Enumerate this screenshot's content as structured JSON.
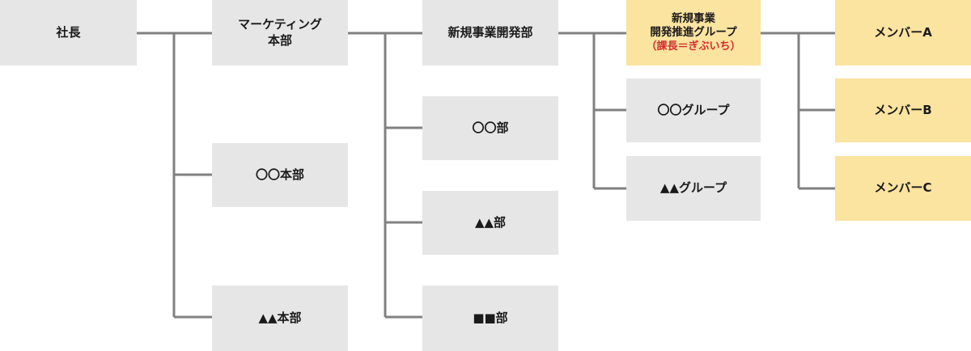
{
  "org": {
    "president": "社長",
    "marketing": [
      "マーケティング",
      "本部"
    ],
    "hq_oo": "〇〇本部",
    "hq_tri": "▲▲本部",
    "newbiz": "新規事業開発部",
    "dept_oo": "〇〇部",
    "dept_tri": "▲▲部",
    "dept_sq": "■■部",
    "promo": [
      "新規事業",
      "開発推進グループ"
    ],
    "promo_note": "（課長＝ぎぶいち）",
    "group_oo": "〇〇グループ",
    "group_tri": "▲▲グループ",
    "member_a": "メンバーA",
    "member_b": "メンバーB",
    "member_c": "メンバーC"
  },
  "colors": {
    "box_gray": "#e6e6e6",
    "box_yellow": "#fbe3a0",
    "line": "#808080",
    "note_red": "#d32f2f"
  }
}
